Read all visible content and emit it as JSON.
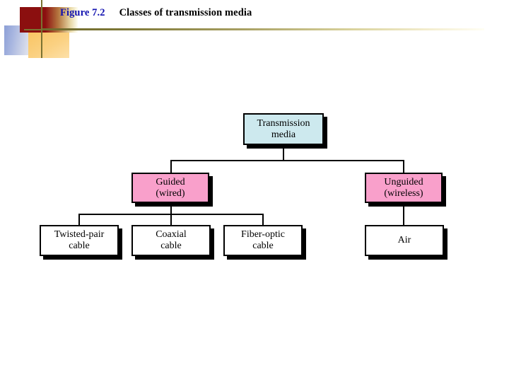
{
  "header": {
    "figure_label": "Figure 7.2",
    "caption": "Classes of transmission media",
    "label_color": "#1212b0",
    "caption_color": "#000000",
    "rule_color_start": "#6e6a2c",
    "rule_color_end": "#fffef4",
    "decoration": {
      "dark_red": "#8b0f0f",
      "blue": "#8c9fd6",
      "orange": "#f9c463",
      "olive_line": "#7a7232"
    }
  },
  "chart_data": {
    "type": "diagram",
    "title": "Classes of transmission media",
    "nodes": [
      {
        "id": "root",
        "label": "Transmission media",
        "line1": "Transmission",
        "line2": "media",
        "fill": "#cde9ee",
        "level": 0
      },
      {
        "id": "guided",
        "label": "Guided (wired)",
        "line1": "Guided",
        "line2": "(wired)",
        "fill": "#f9a0cb",
        "level": 1
      },
      {
        "id": "unguided",
        "label": "Unguided (wireless)",
        "line1": "Unguided",
        "line2": "(wireless)",
        "fill": "#f9a0cb",
        "level": 1
      },
      {
        "id": "twisted-pair",
        "label": "Twisted-pair cable",
        "line1": "Twisted-pair",
        "line2": "cable",
        "fill": "#ffffff",
        "level": 2
      },
      {
        "id": "coaxial",
        "label": "Coaxial cable",
        "line1": "Coaxial",
        "line2": "cable",
        "fill": "#ffffff",
        "level": 2
      },
      {
        "id": "fiber-optic",
        "label": "Fiber-optic cable",
        "line1": "Fiber-optic",
        "line2": "cable",
        "fill": "#ffffff",
        "level": 2
      },
      {
        "id": "air",
        "label": "Air",
        "line1": "Air",
        "line2": "",
        "fill": "#ffffff",
        "level": 2
      }
    ],
    "edges": [
      {
        "from": "root",
        "to": "guided"
      },
      {
        "from": "root",
        "to": "unguided"
      },
      {
        "from": "guided",
        "to": "twisted-pair"
      },
      {
        "from": "guided",
        "to": "coaxial"
      },
      {
        "from": "guided",
        "to": "fiber-optic"
      },
      {
        "from": "unguided",
        "to": "air"
      }
    ]
  }
}
